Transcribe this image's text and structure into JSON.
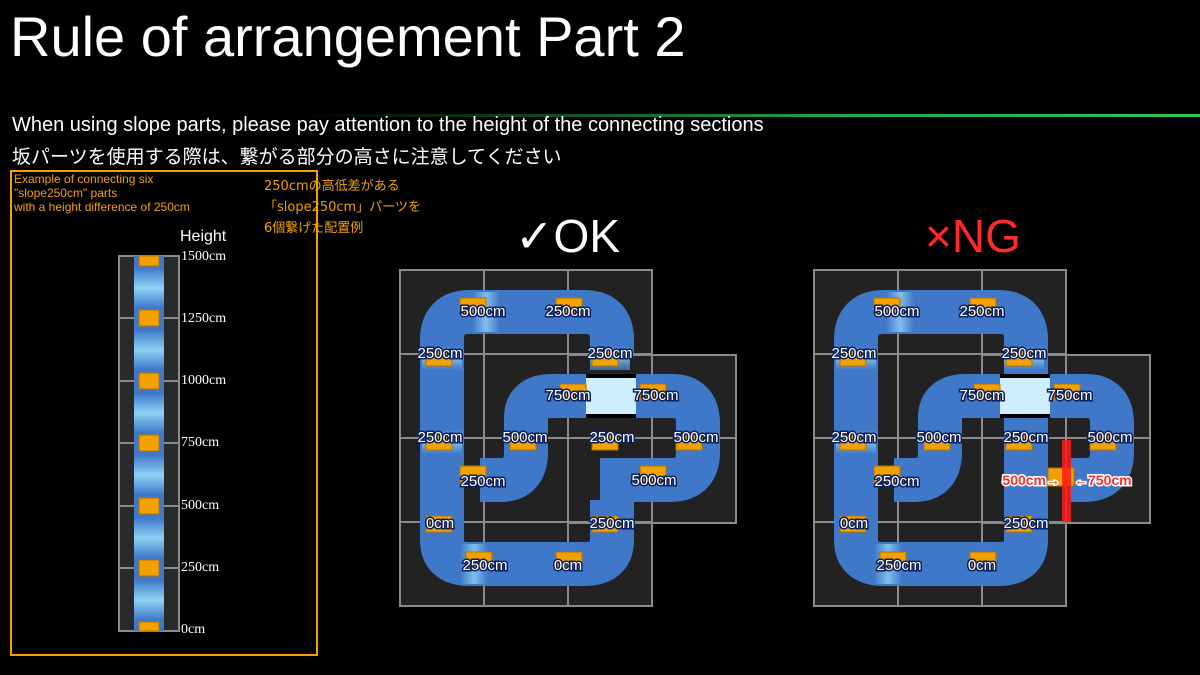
{
  "title": "Rule of arrangement Part 2",
  "subtitle_en": "When using slope parts, please pay attention to the height of the connecting sections",
  "subtitle_ja": "坂パーツを使用する際は、繋がる部分の高さに注意してください",
  "legend": {
    "en_lines": [
      "Example of connecting six",
      "\"slope250cm\" parts",
      "with a height difference of 250cm"
    ],
    "ja_lines": [
      "250cmの高低差がある",
      "「slope250cm」パーツを",
      "6個繋げた配置例"
    ],
    "height_title": "Height",
    "heights": [
      "1500cm",
      "1250cm",
      "1000cm",
      "750cm",
      "500cm",
      "250cm",
      "0cm"
    ]
  },
  "ok_panel": {
    "heading": "✓OK",
    "labels": [
      "500cm",
      "250cm",
      "250cm",
      "250cm",
      "750cm",
      "750cm",
      "250cm",
      "500cm",
      "250cm",
      "500cm",
      "250cm",
      "500cm",
      "0cm",
      "250cm",
      "250cm",
      "0cm"
    ]
  },
  "ng_panel": {
    "heading": "×NG",
    "labels": [
      "500cm",
      "250cm",
      "250cm",
      "250cm",
      "750cm",
      "750cm",
      "250cm",
      "500cm",
      "250cm",
      "500cm",
      "250cm",
      "0cm",
      "250cm",
      "250cm",
      "0cm"
    ],
    "mismatch_left": "500cm→",
    "mismatch_right": "←750cm"
  },
  "colors": {
    "accent_orange": "#f3a100",
    "track_blue": "#3f78c8",
    "error_red": "#ff2a2a",
    "grid_gray": "#8a8a8a"
  }
}
